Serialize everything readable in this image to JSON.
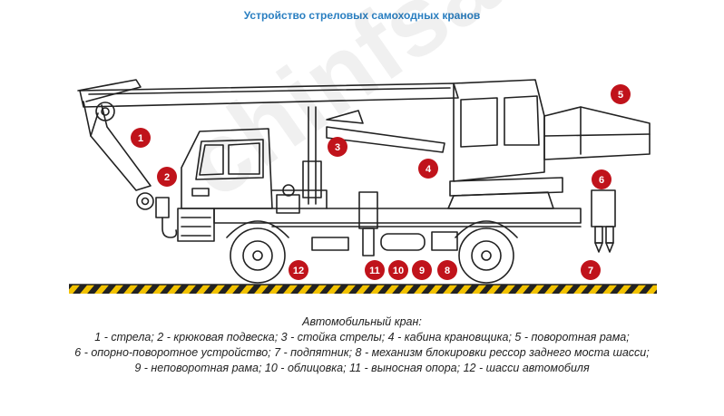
{
  "title": "Устройство стреловых самоходных кранов",
  "watermark": "chinfsa.ru",
  "caption": {
    "heading": "Автомобильный кран:",
    "lines": [
      "1 - стрела; 2 - крюковая подвеска; 3 - стойка стрелы; 4 - кабина крановщика; 5 - поворотная рама;",
      "6 - опорно-поворотное устройство; 7 - подпятник; 8 - механизм блокировки рессор заднего моста шасси;",
      "9 - неповоротная рама; 10 - облицовка; 11 - выносная опора; 12 - шасси автомобиля"
    ]
  },
  "markers": [
    {
      "label": "1"
    },
    {
      "label": "2"
    },
    {
      "label": "3"
    },
    {
      "label": "4"
    },
    {
      "label": "5"
    },
    {
      "label": "6"
    },
    {
      "label": "7"
    },
    {
      "label": "8"
    },
    {
      "label": "9"
    },
    {
      "label": "10"
    },
    {
      "label": "11"
    },
    {
      "label": "12"
    }
  ],
  "colors": {
    "title": "#2a7fc1",
    "marker": "#c0131b",
    "ground_yellow": "#f2c200",
    "ground_black": "#222222"
  }
}
